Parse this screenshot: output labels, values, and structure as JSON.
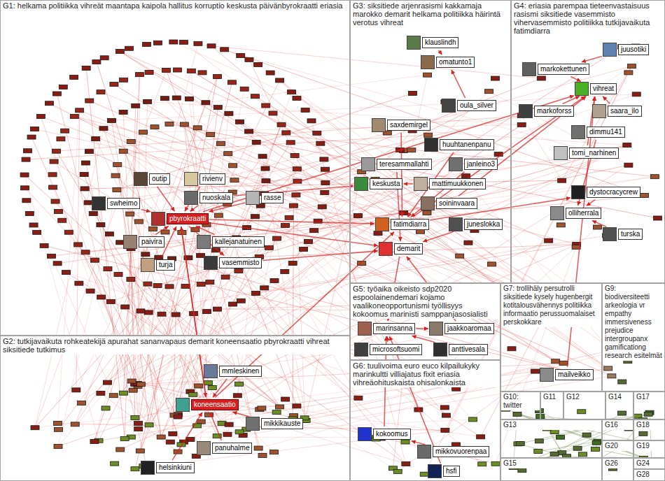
{
  "diagram": {
    "nodes": [
      {
        "text": [
          "G1: helkama politiikka vihreät maantapa kaipola hallitus korruptio keskusta päivänbyrokraatti eriasia"
        ]
      },
      {
        "text": [
          "rivienv"
        ],
        "in": 0
      },
      {
        "text": [
          "nuoskala"
        ],
        "in": 0
      },
      {
        "text": [
          "rasse"
        ],
        "in": 0
      },
      {
        "text": [
          "outip"
        ],
        "in": 0
      },
      {
        "text": [
          "swheimo"
        ],
        "in": 0
      },
      {
        "text": [
          "pbyrokraatti"
        ],
        "in": 0
      },
      {
        "text": [
          "kallejanatuinen"
        ],
        "in": 0
      },
      {
        "text": [
          "paivira"
        ],
        "in": 0
      },
      {
        "text": [
          "vasemmisto"
        ],
        "in": 0
      },
      {
        "text": [
          "turja"
        ],
        "in": 0
      },
      {
        "text": [
          "G3: siksitiede arjenrasismi kakkamaja marokko demarit helkama politiikka häirintä verotus vihreat"
        ]
      },
      {
        "text": [
          "klauslindh"
        ],
        "in": 11
      },
      {
        "text": [
          "omatunto1"
        ],
        "in": 11
      },
      {
        "text": [
          "oula_silver"
        ],
        "in": 11
      },
      {
        "text": [
          "saxdemirgel"
        ],
        "in": 11
      },
      {
        "text": [
          "huuhtanenpanu"
        ],
        "in": 11
      },
      {
        "text": [
          "teresammallahti"
        ],
        "in": 11
      },
      {
        "text": [
          "keskusta"
        ],
        "in": 11
      },
      {
        "text": [
          "janleino3"
        ],
        "in": 11
      },
      {
        "text": [
          "mattimuukkonen"
        ],
        "in": 11
      },
      {
        "text": [
          "soininvaara"
        ],
        "in": 11
      },
      {
        "text": [
          "fatimdiarra"
        ],
        "in": 11
      },
      {
        "text": [
          "juneslokka"
        ],
        "in": 11
      },
      {
        "text": [
          "demarit"
        ],
        "in": 11
      },
      {
        "text": [
          "G4: eriasia parempaa tieteenvastaisuus rasismi siksitiede vasemmisto vihervasemmisto politiikka tutkijavaikuta fatimdiarra"
        ]
      },
      {
        "text": [
          "juusotiki"
        ],
        "in": 25
      },
      {
        "text": [
          "markokettunen"
        ],
        "in": 25
      },
      {
        "text": [
          "vihreat"
        ],
        "in": 25
      },
      {
        "text": [
          "markoforss"
        ],
        "in": 25
      },
      {
        "text": [
          "saara_ilo"
        ],
        "in": 25
      },
      {
        "text": [
          "dimmu141"
        ],
        "in": 25
      },
      {
        "text": [
          "tomi_narhinen"
        ],
        "in": 25
      },
      {
        "text": [
          "dystocracycrew"
        ],
        "in": 25
      },
      {
        "text": [
          "olliherrala"
        ],
        "in": 25
      },
      {
        "text": [
          "turska"
        ],
        "in": 25
      },
      {
        "text": [
          "G2: tutkijavaikuta rohkeatekijä apurahat sananvapaus demarit koneensaatio pbyrokraatti vihreat siksitiede tutkimus"
        ]
      },
      {
        "text": [
          "koneensaatio"
        ],
        "in": 36
      },
      {
        "text": [
          "mmleskinen"
        ],
        "in": 36
      },
      {
        "text": [
          "mikkikauste"
        ],
        "in": 36
      },
      {
        "text": [
          "panuhalme"
        ],
        "in": 36
      },
      {
        "text": [
          "helsinkiuni"
        ],
        "in": 36
      },
      {
        "text": [
          "G5: työaika oikeisto sdp2020 espoolainendemari kojamo vaalikoneopportunismi työllisyys kokoomus marinisti samppanjasosialisti"
        ]
      },
      {
        "text": [
          "jaakkoaromaa"
        ],
        "in": 42
      },
      {
        "text": [
          "marinsanna"
        ],
        "in": 42
      },
      {
        "text": [
          "anttivesala"
        ],
        "in": 42
      },
      {
        "text": [
          "microsoftsuomi"
        ],
        "in": 42
      },
      {
        "text": [
          "G7: trollihäly persutrolli siksitiede kysely hugenbergit kotitalousvähennys politiikka informaatio perussuomalaiset perskokkare"
        ]
      },
      {
        "text": [
          "mailveikko"
        ],
        "in": 47
      },
      {
        "text": [
          "G9: biodiversiteetti arkeologia vr empathy immersiveness prejudice intergroupanx gamificationg research esitelmät"
        ]
      },
      {
        "text": [
          "G6: tuulivoima euro euco kilpailukyky marinkultti villiajatus fixit eriasia vihreäohituskaista ohisalonkaista"
        ]
      },
      {
        "text": [
          "kokoomus"
        ],
        "in": 50
      },
      {
        "text": [
          "mikkovuorenpaa"
        ],
        "in": 50
      },
      {
        "text": [
          "hsfi"
        ],
        "in": 50
      },
      {
        "text": [
          "G10: twitter"
        ]
      },
      {
        "text": [
          "G11"
        ]
      },
      {
        "text": [
          "G12"
        ]
      },
      {
        "text": [
          "G14"
        ]
      },
      {
        "text": [
          "G17"
        ]
      },
      {
        "text": [
          "G13"
        ]
      },
      {
        "text": [
          "G16"
        ]
      },
      {
        "text": [
          "G18"
        ]
      },
      {
        "text": [
          "G20"
        ]
      },
      {
        "text": [
          "G19"
        ]
      },
      {
        "text": [
          "G26"
        ]
      },
      {
        "text": [
          "G15"
        ]
      },
      {
        "text": [
          "G24"
        ]
      },
      {
        "text": [
          "G28"
        ]
      }
    ],
    "edges": [
      {
        "from": 6,
        "to": 9,
        "arrow": "to"
      },
      {
        "from": 7,
        "to": 6,
        "arrow": "to"
      },
      {
        "from": 1,
        "to": 6,
        "arrow": "to"
      },
      {
        "from": 2,
        "to": 6,
        "arrow": "to"
      },
      {
        "from": 3,
        "to": 6,
        "arrow": "to"
      },
      {
        "from": 10,
        "to": 6,
        "arrow": "to"
      },
      {
        "from": 8,
        "to": 6,
        "arrow": "to"
      },
      {
        "from": 4,
        "to": 6,
        "arrow": "to"
      },
      {
        "from": 5,
        "to": 6,
        "arrow": "to"
      },
      {
        "from": 6,
        "to": 22,
        "arrow": "to"
      },
      {
        "from": 6,
        "to": 37,
        "arrow": "to"
      },
      {
        "from": 6,
        "to": 28,
        "arrow": "to"
      },
      {
        "from": 6,
        "to": 24,
        "arrow": "to"
      },
      {
        "from": 9,
        "to": 24,
        "arrow": "to"
      },
      {
        "from": 2,
        "to": 18,
        "arrow": "to"
      },
      {
        "from": 37,
        "to": 22,
        "arrow": "to"
      },
      {
        "from": 37,
        "to": 6,
        "arrow": "to"
      },
      {
        "from": 38,
        "to": 37,
        "arrow": "to"
      },
      {
        "from": 39,
        "to": 37,
        "arrow": "to"
      },
      {
        "from": 40,
        "to": 37,
        "arrow": "to"
      },
      {
        "from": 41,
        "to": 37,
        "arrow": "to"
      },
      {
        "from": 22,
        "to": 28,
        "arrow": "to"
      },
      {
        "from": 21,
        "to": 28,
        "arrow": "to"
      },
      {
        "from": 15,
        "to": 22,
        "arrow": "to"
      },
      {
        "from": 17,
        "to": 24,
        "arrow": "to"
      },
      {
        "from": 20,
        "to": 18,
        "arrow": "to"
      },
      {
        "from": 16,
        "to": 22,
        "arrow": "to"
      },
      {
        "from": 19,
        "to": 22,
        "arrow": "to"
      },
      {
        "from": 14,
        "to": 13,
        "arrow": "to"
      },
      {
        "from": 12,
        "to": 13,
        "arrow": "to"
      },
      {
        "from": 23,
        "to": 24,
        "arrow": "to"
      },
      {
        "from": 27,
        "to": 28,
        "arrow": "to"
      },
      {
        "from": 29,
        "to": 28,
        "arrow": "to"
      },
      {
        "from": 30,
        "to": 28,
        "arrow": "to"
      },
      {
        "from": 31,
        "to": 34,
        "arrow": "to"
      },
      {
        "from": 32,
        "to": 28,
        "arrow": "to"
      },
      {
        "from": 33,
        "to": 34,
        "arrow": "to"
      },
      {
        "from": 35,
        "to": 34,
        "arrow": "to"
      },
      {
        "from": 26,
        "to": 27,
        "arrow": "to"
      },
      {
        "from": 22,
        "to": 33,
        "arrow": "to"
      },
      {
        "from": 44,
        "to": 43,
        "arrow": "to"
      },
      {
        "from": 45,
        "to": 44,
        "arrow": "to"
      },
      {
        "from": 46,
        "to": 44,
        "arrow": "to"
      },
      {
        "from": 43,
        "to": 24,
        "arrow": "to"
      },
      {
        "from": 51,
        "to": 44,
        "arrow": "to"
      },
      {
        "from": 52,
        "to": 51,
        "arrow": "to"
      },
      {
        "from": 53,
        "to": 44,
        "arrow": "to"
      },
      {
        "from": 48,
        "to": 28,
        "arrow": "to"
      },
      {
        "from": 24,
        "to": 44,
        "arrow": "to"
      }
    ]
  }
}
